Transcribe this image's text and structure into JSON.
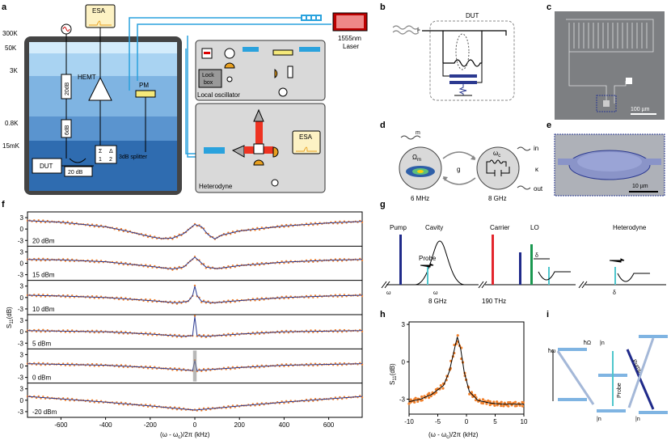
{
  "panel_labels": [
    "a",
    "b",
    "c",
    "d",
    "e",
    "f",
    "g",
    "h",
    "i"
  ],
  "panel_a": {
    "temps": [
      "300K",
      "50K",
      "3K",
      "0.8K",
      "15mK"
    ],
    "esa": "ESA",
    "laser": "1555nm\nLaser",
    "laser_lines": [
      "1555nm",
      "Laser"
    ],
    "hemt": "HEMT",
    "pm": "PM",
    "att_20db": "20dB",
    "att_6db": "6dB",
    "dut": "DUT",
    "coupler": "20 dB",
    "splitter": "3dB splitter",
    "sigma": "Σ",
    "delta": "Δ",
    "port1": "1",
    "port2": "2",
    "lock_box": [
      "Lock",
      "box"
    ],
    "local_osc": "Local oscillator",
    "esa2": "ESA",
    "heterodyne": "Heterodyne"
  },
  "panel_b": {
    "dut": "DUT"
  },
  "panel_c": {
    "scale": "100 µm"
  },
  "panel_d": {
    "omega_m": "Ω",
    "omega_m_sub": "m",
    "omega_c": "ω",
    "omega_c_sub": "c",
    "gamma_sub": "m",
    "g": "g",
    "in": "in",
    "out": "out",
    "kappa": "κ",
    "f_mech": "6 MHz",
    "f_cav": "8 GHz"
  },
  "panel_e": {
    "scale": "10 µm"
  },
  "panel_f": {
    "ylabel": "S",
    "ylabel_sub": "11",
    "ylabel_unit": "(dB)",
    "xlabel": "(ω - ω",
    "xlabel_sub": "c",
    "xlabel_end": ")/2π (kHz)",
    "yticks": [
      "3",
      "0",
      "-3"
    ],
    "xticks": [
      "-600",
      "-400",
      "-200",
      "0",
      "200",
      "400",
      "600"
    ],
    "powers": [
      "20 dBm",
      "15 dBm",
      "10 dBm",
      "5 dBm",
      "0 dBm",
      "-20 dBm"
    ]
  },
  "panel_g": {
    "pump": "Pump",
    "cavity": "Cavity",
    "carrier": "Carrier",
    "lo": "LO",
    "heterodyne": "Heterodyne",
    "probe": "Probe",
    "wc_om": "ω",
    "wc": "ω",
    "ghz8": "8 GHz",
    "thz190": "190 THz",
    "delta": "δ"
  },
  "panel_h": {
    "yticks": [
      "3",
      "0",
      "-3"
    ],
    "xticks": [
      "-10",
      "-5",
      "0",
      "5",
      "10"
    ],
    "ylabel": "S",
    "ylabel_sub": "11",
    "ylabel_unit": "(dB)",
    "xlabel": "(ω - ω",
    "xlabel_sub": "c",
    "xlabel_end": ")/2π (kHz)"
  },
  "panel_i": {
    "hw": "ħω",
    "hW": "ħΩ",
    "top": "|n",
    "probe": "Probe",
    "pump": "Pump",
    "bot1": "|n",
    "bot2": "|n"
  },
  "colors": {
    "data": "#f07f2a",
    "fit": "#2b3990",
    "pump": "#1f2a8a",
    "probe": "#4fc6cc",
    "carrier": "#e3262d",
    "lo": "#1a9850",
    "fiber": "#2aa2dd",
    "cryo_dark": "#1f4f8f",
    "cryo_light": "#b9ddf5"
  },
  "chart_data": [
    {
      "type": "line",
      "panel": "f",
      "xlabel": "(ω - ωc)/2π (kHz)",
      "ylabel": "S11 (dB)",
      "xlim": [
        -750,
        750
      ],
      "ylim": [
        -4.5,
        4.5
      ],
      "series": [
        {
          "name": "20 dBm",
          "x": [
            -750,
            -600,
            -400,
            -300,
            -200,
            -150,
            -100,
            -50,
            0,
            30,
            60,
            90,
            120,
            200,
            400,
            600,
            750
          ],
          "y": [
            2.2,
            1.8,
            0.6,
            -0.6,
            -2.0,
            -2.5,
            -2.4,
            -1.2,
            1.2,
            0.6,
            -1.5,
            -2.6,
            -1.6,
            -0.5,
            0.8,
            1.6,
            2.0
          ]
        },
        {
          "name": "15 dBm",
          "x": [
            -750,
            -600,
            -400,
            -200,
            -100,
            -50,
            -20,
            0,
            20,
            50,
            100,
            200,
            400,
            600,
            750
          ],
          "y": [
            1.0,
            0.9,
            0.4,
            -0.8,
            -1.5,
            -1.0,
            0.6,
            1.6,
            0.6,
            -1.0,
            -1.4,
            -0.6,
            0.3,
            0.8,
            1.0
          ]
        },
        {
          "name": "10 dBm",
          "x": [
            -750,
            -600,
            -400,
            -200,
            -80,
            -30,
            -10,
            0,
            10,
            30,
            80,
            200,
            400,
            600,
            750
          ],
          "y": [
            0.6,
            0.4,
            0.0,
            -0.8,
            -1.4,
            -1.0,
            0.5,
            3.0,
            0.5,
            -1.0,
            -1.4,
            -0.8,
            0.0,
            0.4,
            0.6
          ]
        },
        {
          "name": "5 dBm",
          "x": [
            -750,
            -400,
            -200,
            -50,
            -10,
            0,
            10,
            50,
            200,
            400,
            750
          ],
          "y": [
            0.3,
            0.0,
            -0.6,
            -1.2,
            -1.0,
            4.0,
            -1.0,
            -1.2,
            -0.6,
            0.0,
            0.3
          ]
        },
        {
          "name": "0 dBm",
          "x": [
            -750,
            -400,
            -200,
            -50,
            -10,
            0,
            10,
            50,
            200,
            400,
            750
          ],
          "y": [
            0.6,
            0.2,
            -0.4,
            -1.0,
            -1.2,
            1.4,
            -1.2,
            -1.0,
            -0.4,
            0.2,
            0.6
          ]
        },
        {
          "name": "-20 dBm",
          "x": [
            -750,
            -400,
            -200,
            0,
            200,
            400,
            750
          ],
          "y": [
            1.0,
            -0.5,
            -1.5,
            -2.6,
            -1.5,
            -0.5,
            1.0
          ]
        }
      ]
    },
    {
      "type": "line",
      "panel": "h",
      "xlabel": "(ω - ωc)/2π (kHz)",
      "ylabel": "S11 (dB)",
      "xlim": [
        -10,
        10
      ],
      "ylim": [
        -4.2,
        3.2
      ],
      "x": [
        -10,
        -8,
        -6,
        -4,
        -3,
        -2.2,
        -1.6,
        -1.0,
        -0.4,
        0.5,
        2,
        4,
        6,
        8,
        10
      ],
      "series": [
        {
          "name": "fit",
          "values": [
            -3.2,
            -3.0,
            -2.6,
            -1.9,
            -0.8,
            0.8,
            2.0,
            1.0,
            -0.8,
            -2.4,
            -3.1,
            -3.3,
            -3.4,
            -3.4,
            -3.4
          ]
        }
      ]
    }
  ]
}
